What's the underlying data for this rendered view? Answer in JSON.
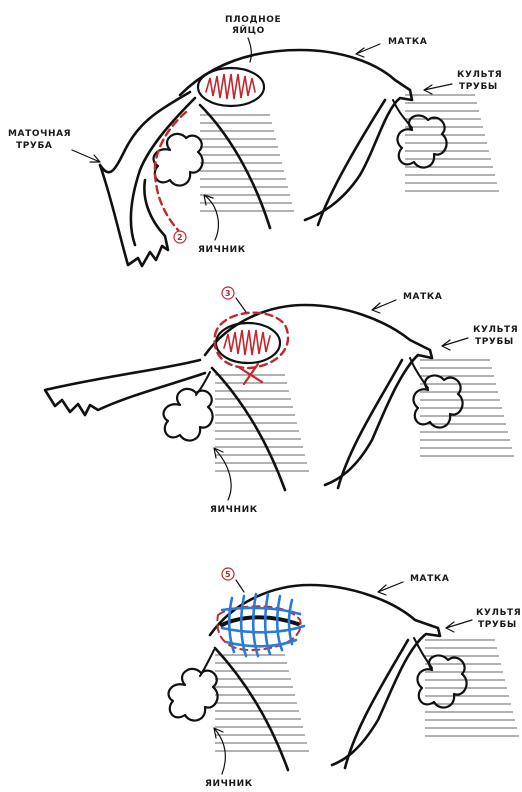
{
  "colors": {
    "ink": "#111111",
    "accent_red": "#c0282c",
    "suture_blue": "#2a7bd8"
  },
  "panel1": {
    "embryo_label_line1": "ПЛОДНОЕ",
    "embryo_label_line2": "ЯЙЦО",
    "uterus_label": "МАТКА",
    "tube_label_line1": "МАТОЧНАЯ",
    "tube_label_line2": "ТРУБА",
    "stump_label_line1": "КУЛЬТЯ",
    "stump_label_line2": "ТРУБЫ",
    "ovary_label": "ЯИЧНИК",
    "step_number": "2"
  },
  "panel2": {
    "step_number": "3",
    "uterus_label": "МАТКА",
    "stump_label_line1": "КУЛЬТЯ",
    "stump_label_line2": "ТРУБЫ",
    "ovary_label": "ЯИЧНИК"
  },
  "panel3": {
    "step_number": "5",
    "uterus_label": "МАТКА",
    "stump_label_line1": "КУЛЬТЯ",
    "stump_label_line2": "ТРУБЫ",
    "ovary_label": "ЯИЧНИК"
  }
}
